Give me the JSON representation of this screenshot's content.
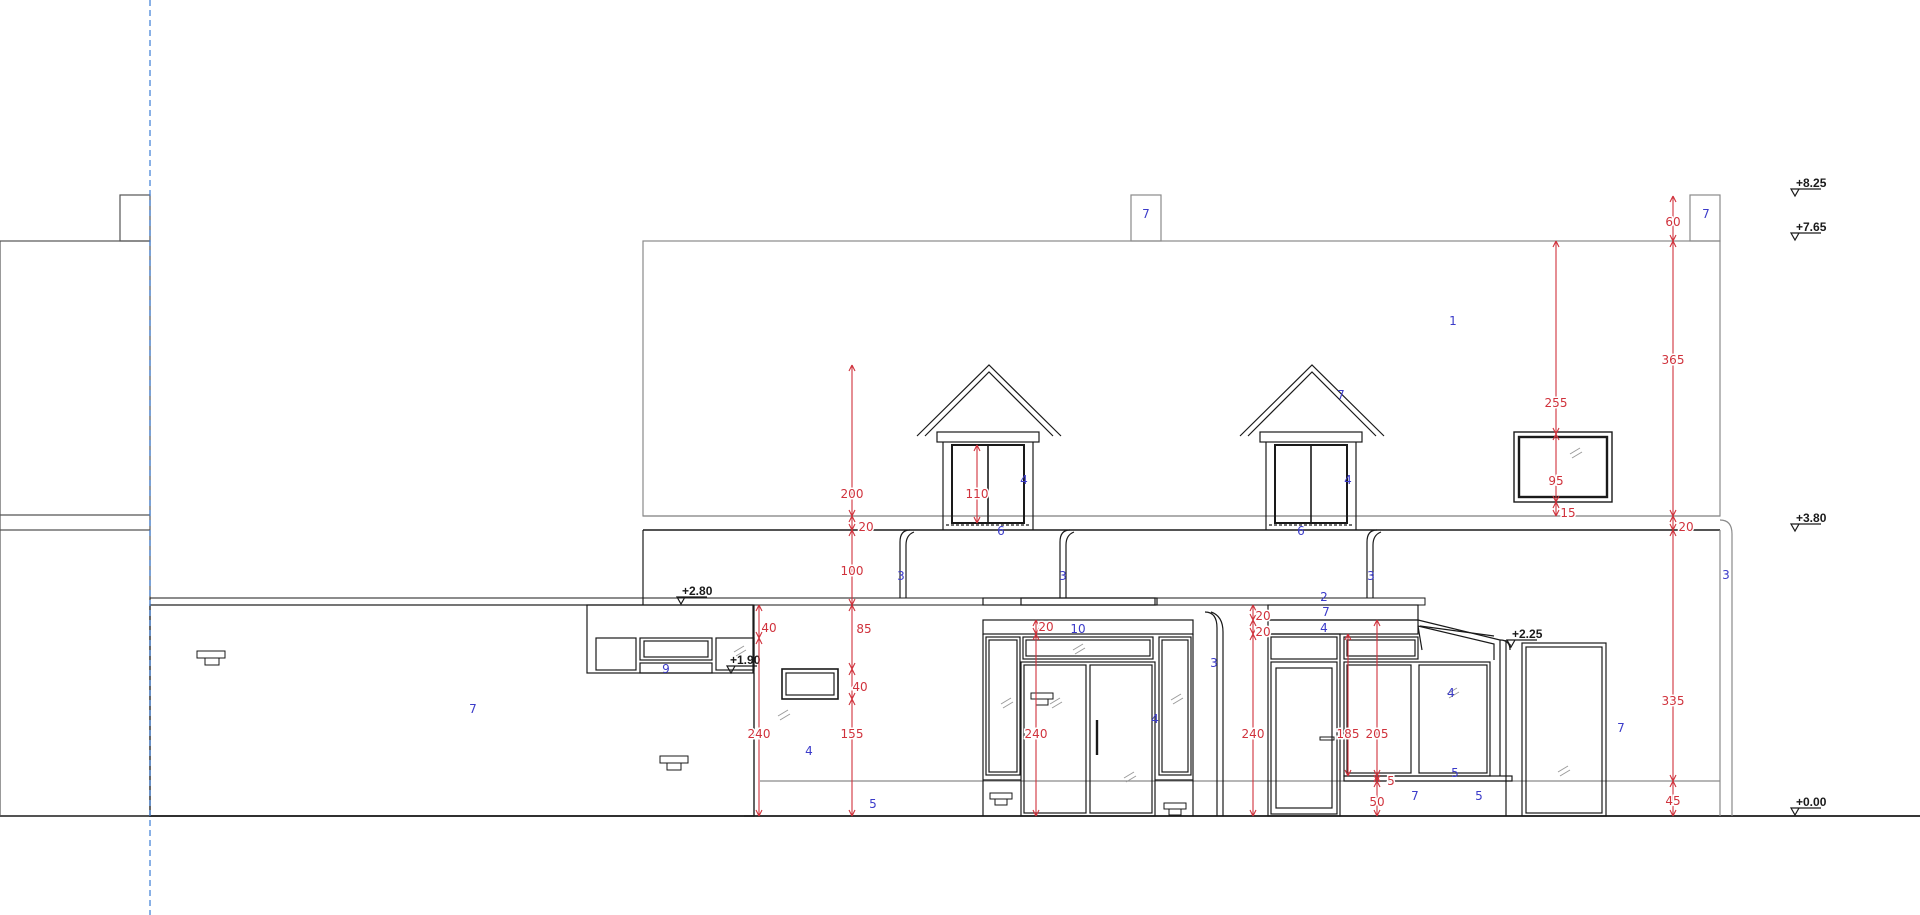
{
  "colors": {
    "line": "#1a1a1a",
    "thin": "#8a8a8a",
    "dimension": "#d0323c",
    "tag": "#3b3bc9",
    "gridline": "#3a7bd5",
    "background": "#ffffff"
  },
  "levels": [
    "+8.25",
    "+7.65",
    "+3.80",
    "+0.00",
    "+2.80",
    "+1.90",
    "+2.25"
  ],
  "dimensions": [
    "60",
    "365",
    "20",
    "335",
    "45",
    "255",
    "95",
    "15",
    "200",
    "20",
    "100",
    "85",
    "40",
    "155",
    "40",
    "240",
    "110",
    "20",
    "240",
    "20",
    "20",
    "240",
    "185",
    "205",
    "5",
    "50"
  ],
  "tags": [
    "7",
    "7",
    "1",
    "7",
    "4",
    "4",
    "6",
    "6",
    "3",
    "3",
    "3",
    "3",
    "3",
    "2",
    "7",
    "10",
    "4",
    "4",
    "4",
    "7",
    "5",
    "7",
    "5",
    "5",
    "9",
    "4",
    "7",
    "4",
    "7"
  ]
}
